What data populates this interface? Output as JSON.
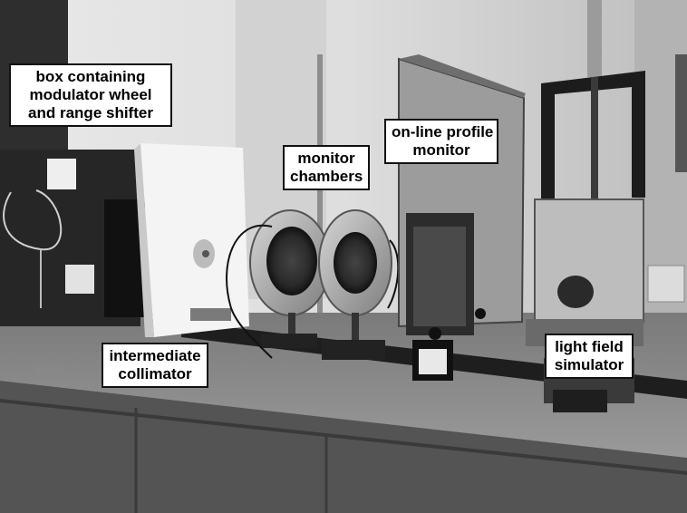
{
  "labels": {
    "box": [
      "box containing",
      "modulator wheel",
      "and range shifter"
    ],
    "monitor": [
      "monitor",
      "chambers"
    ],
    "online": [
      "on-line profile",
      "monitor"
    ],
    "collimator": [
      "intermediate",
      "collimator"
    ],
    "lightfield": [
      "light field",
      "simulator"
    ]
  }
}
